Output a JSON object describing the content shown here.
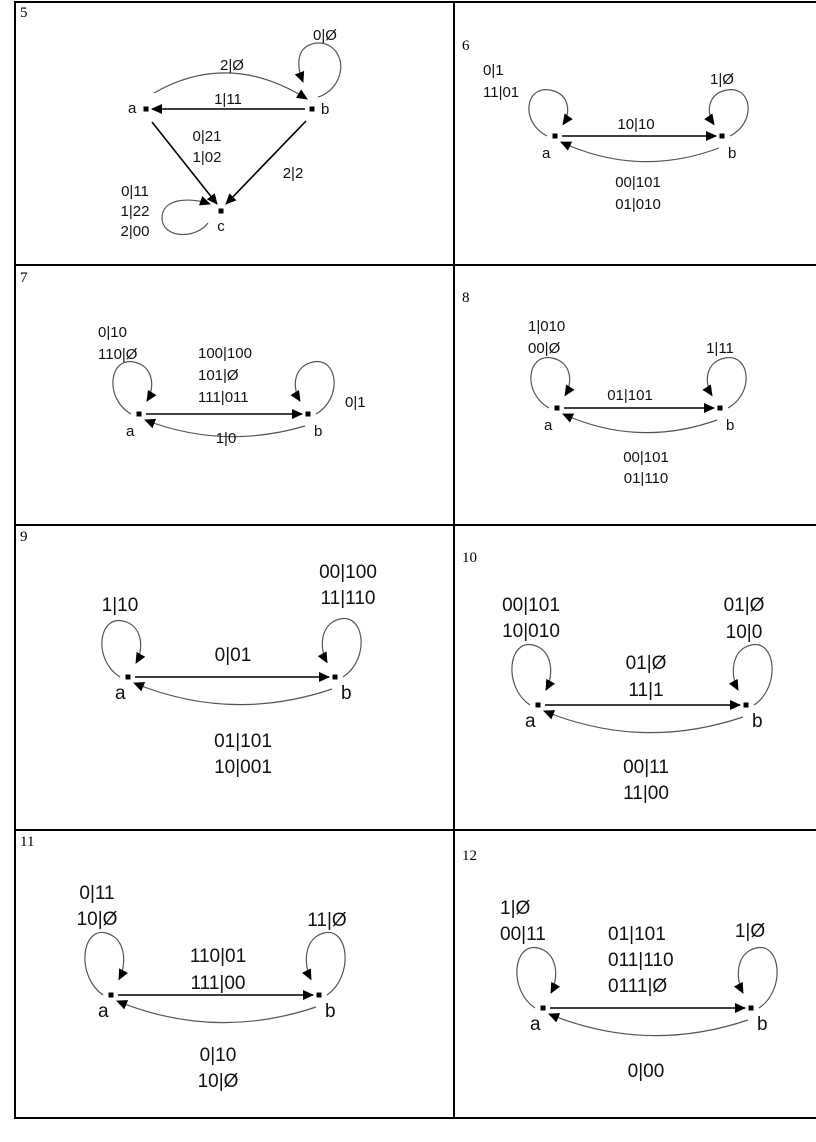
{
  "cells": [
    {
      "number": "5",
      "nodes": [
        "a",
        "b",
        "c"
      ],
      "edges": [
        {
          "from": "a",
          "to": "b",
          "label": [
            "2|Ø"
          ]
        },
        {
          "from": "b",
          "to": "b",
          "label": [
            "0|Ø"
          ]
        },
        {
          "from": "b",
          "to": "a",
          "label": [
            "1|11"
          ]
        },
        {
          "from": "a",
          "to": "c",
          "label": [
            "0|21",
            "1|02"
          ]
        },
        {
          "from": "b",
          "to": "c",
          "label": [
            "2|2"
          ]
        },
        {
          "from": "c",
          "to": "c",
          "label": [
            "0|11",
            "1|22",
            "2|00"
          ]
        }
      ]
    },
    {
      "number": "6",
      "nodes": [
        "a",
        "b"
      ],
      "edges": [
        {
          "from": "a",
          "to": "a",
          "label": [
            "0|1",
            "11|01"
          ]
        },
        {
          "from": "a",
          "to": "b",
          "label": [
            "10|10"
          ]
        },
        {
          "from": "b",
          "to": "b",
          "label": [
            "1|Ø"
          ]
        },
        {
          "from": "b",
          "to": "a",
          "label": [
            "00|101",
            "01|010"
          ]
        }
      ]
    },
    {
      "number": "7",
      "nodes": [
        "a",
        "b"
      ],
      "edges": [
        {
          "from": "a",
          "to": "a",
          "label": [
            "0|10",
            "110|Ø"
          ]
        },
        {
          "from": "a",
          "to": "b",
          "label": [
            "100|100",
            "101|Ø",
            "111|011"
          ]
        },
        {
          "from": "b",
          "to": "b",
          "label": [
            "0|1"
          ]
        },
        {
          "from": "b",
          "to": "a",
          "label": [
            "1|0"
          ]
        }
      ]
    },
    {
      "number": "8",
      "nodes": [
        "a",
        "b"
      ],
      "edges": [
        {
          "from": "a",
          "to": "a",
          "label": [
            "1|010",
            "00|Ø"
          ]
        },
        {
          "from": "a",
          "to": "b",
          "label": [
            "01|101"
          ]
        },
        {
          "from": "b",
          "to": "b",
          "label": [
            "1|11"
          ]
        },
        {
          "from": "b",
          "to": "a",
          "label": [
            "00|101",
            "01|110"
          ]
        }
      ]
    },
    {
      "number": "9",
      "nodes": [
        "a",
        "b"
      ],
      "edges": [
        {
          "from": "a",
          "to": "a",
          "label": [
            "1|10"
          ]
        },
        {
          "from": "a",
          "to": "b",
          "label": [
            "0|01"
          ]
        },
        {
          "from": "b",
          "to": "b",
          "label": [
            "00|100",
            "11|110"
          ]
        },
        {
          "from": "b",
          "to": "a",
          "label": [
            "01|101",
            "10|001"
          ]
        }
      ]
    },
    {
      "number": "10",
      "nodes": [
        "a",
        "b"
      ],
      "edges": [
        {
          "from": "a",
          "to": "a",
          "label": [
            "00|101",
            "10|010"
          ]
        },
        {
          "from": "a",
          "to": "b",
          "label": [
            "01|Ø",
            "11|1"
          ]
        },
        {
          "from": "b",
          "to": "b",
          "label": [
            "01|Ø",
            "10|0"
          ]
        },
        {
          "from": "b",
          "to": "a",
          "label": [
            "00|11",
            "11|00"
          ]
        }
      ]
    },
    {
      "number": "11",
      "nodes": [
        "a",
        "b"
      ],
      "edges": [
        {
          "from": "a",
          "to": "a",
          "label": [
            "0|11",
            "10|Ø"
          ]
        },
        {
          "from": "a",
          "to": "b",
          "label": [
            "110|01",
            "111|00"
          ]
        },
        {
          "from": "b",
          "to": "b",
          "label": [
            "11|Ø"
          ]
        },
        {
          "from": "b",
          "to": "a",
          "label": [
            "0|10",
            "10|Ø"
          ]
        }
      ]
    },
    {
      "number": "12",
      "nodes": [
        "a",
        "b"
      ],
      "edges": [
        {
          "from": "a",
          "to": "a",
          "label": [
            "1|Ø",
            "00|11"
          ]
        },
        {
          "from": "a",
          "to": "b",
          "label": [
            "01|101",
            "011|110",
            "0111|Ø"
          ]
        },
        {
          "from": "b",
          "to": "b",
          "label": [
            "1|Ø"
          ]
        },
        {
          "from": "b",
          "to": "a",
          "label": [
            "0|00"
          ]
        }
      ]
    }
  ]
}
